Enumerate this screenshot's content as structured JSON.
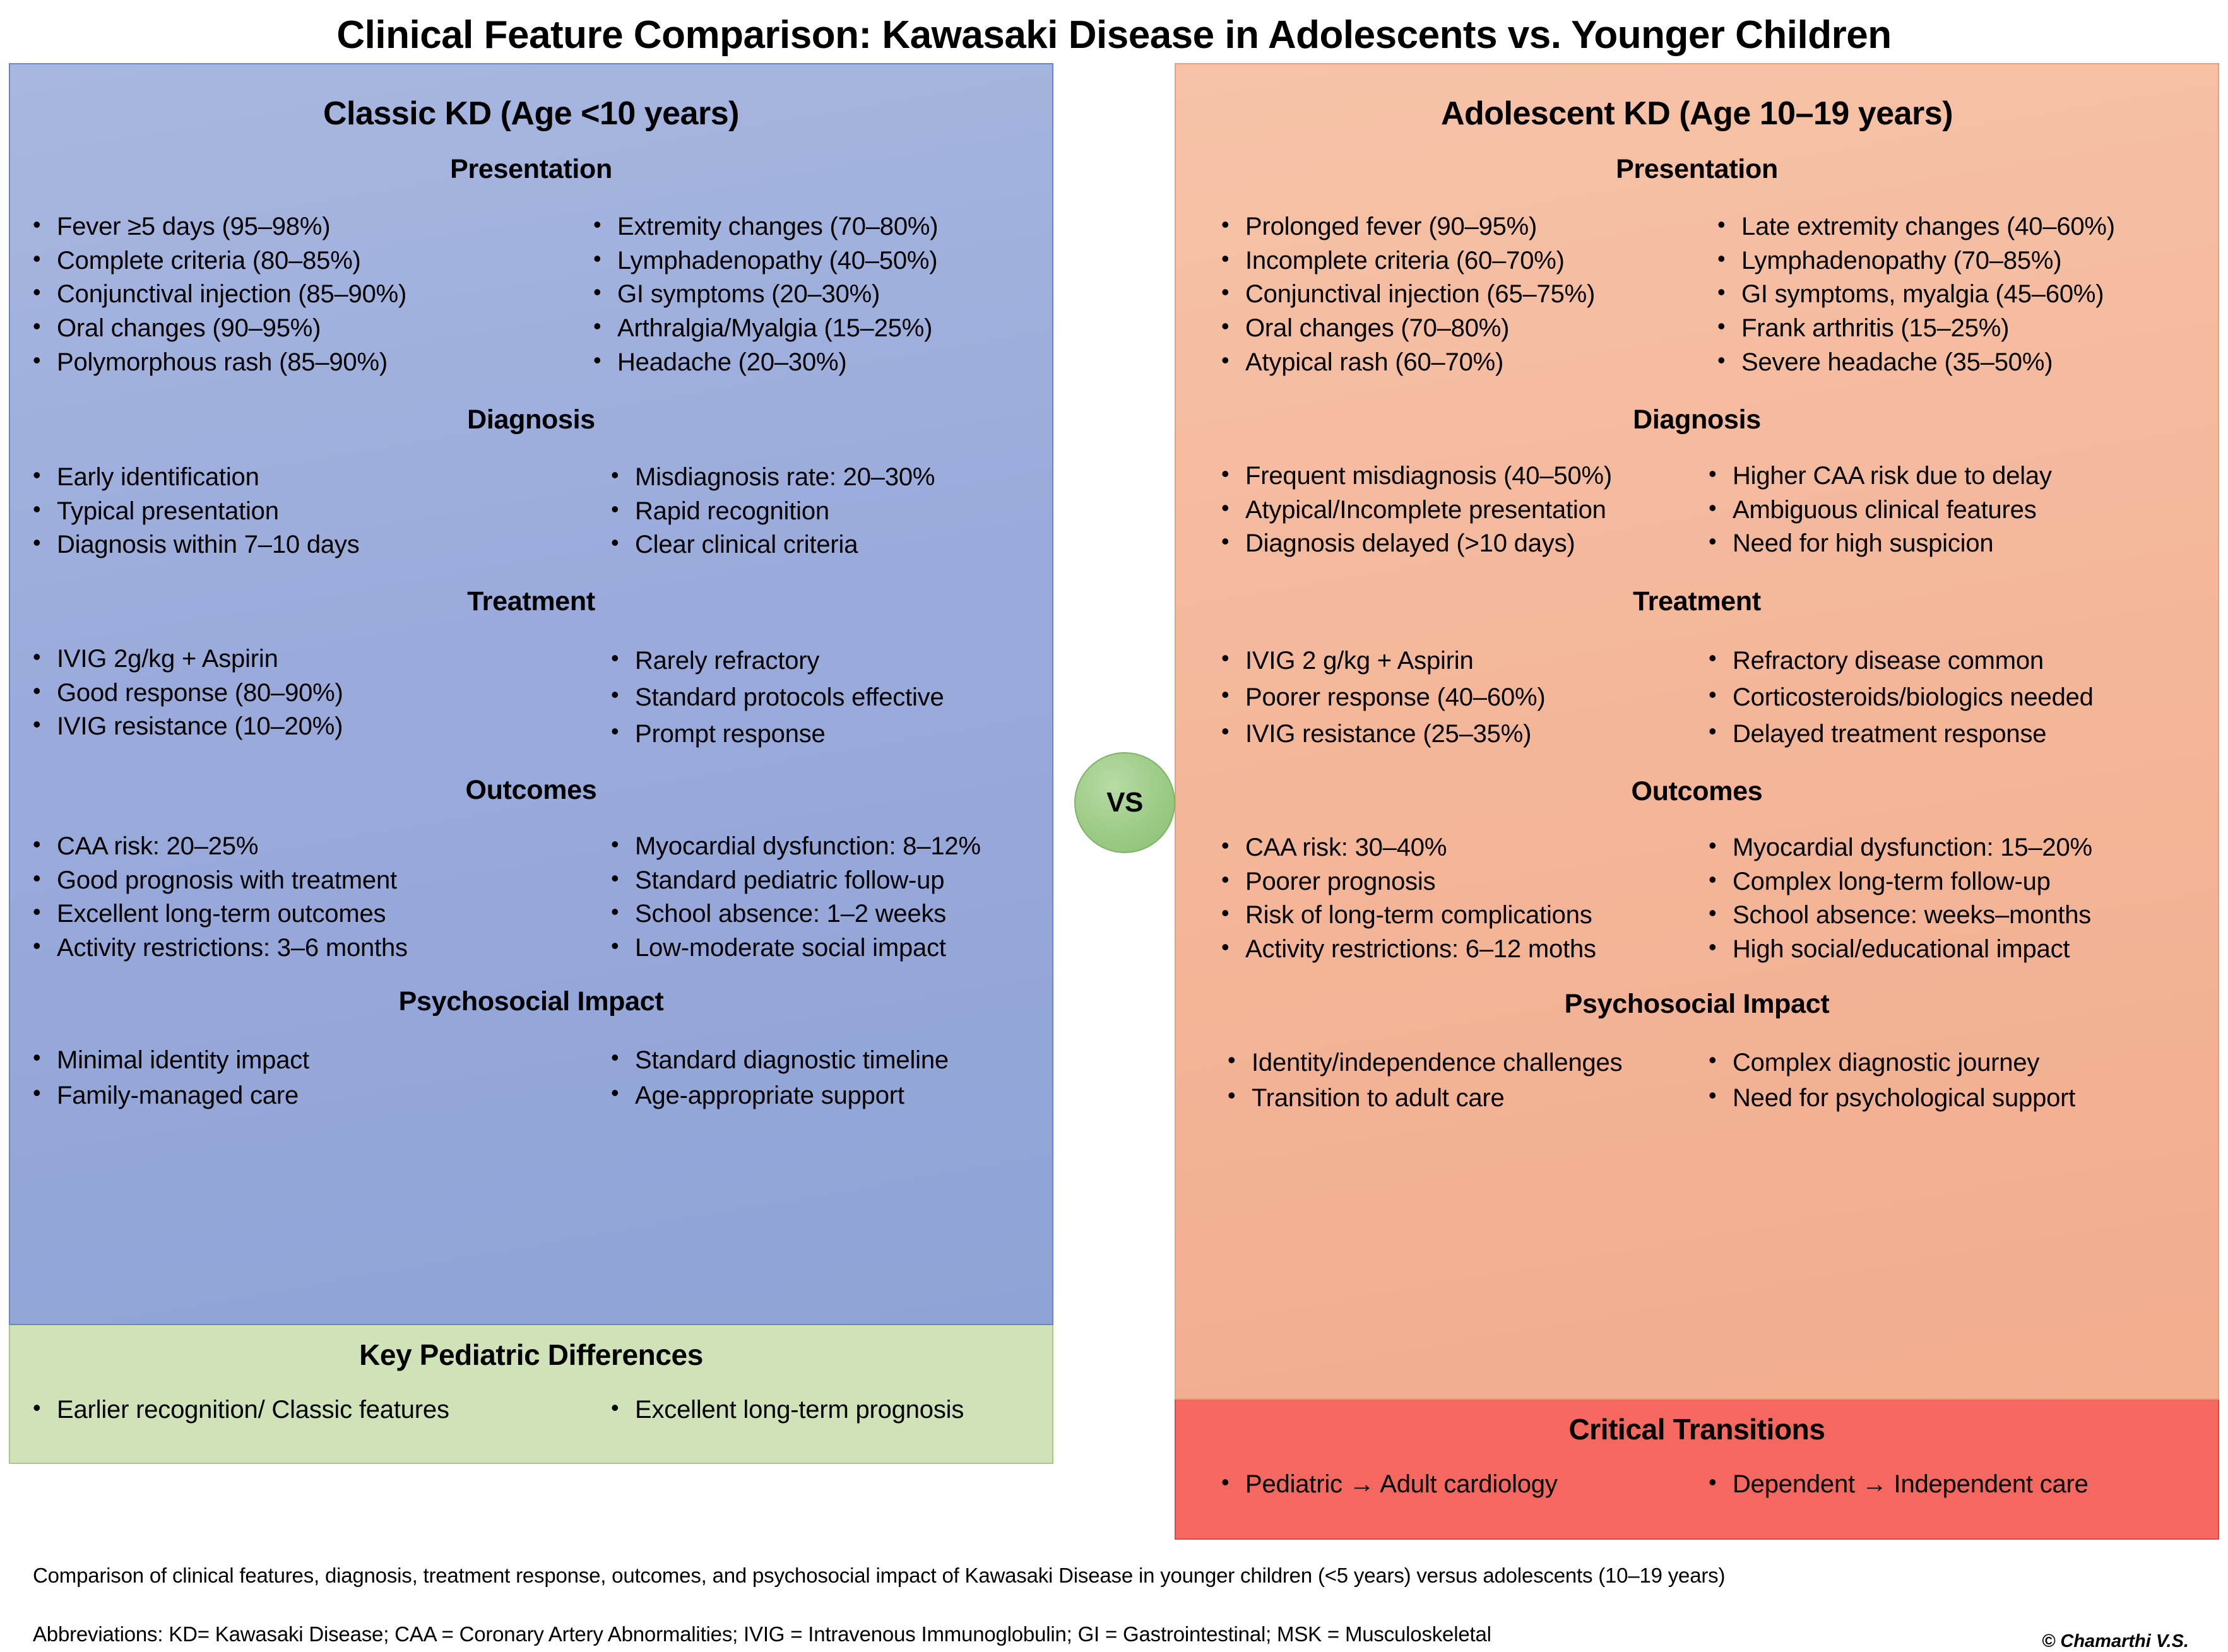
{
  "title": "Clinical Feature Comparison: Kawasaki Disease in Adolescents vs. Younger Children",
  "vs_badge": "VS",
  "colors": {
    "left_panel": "#9aabdb",
    "right_panel": "#f4b79a",
    "left_strip": "#cfe2b8",
    "right_strip": "#f4685f",
    "vs_circle": "#9ccb86"
  },
  "left_panel": {
    "heading": "Classic KD (Age <10 years)",
    "sections": [
      {
        "name": "Presentation",
        "heading": "Presentation",
        "col_a": [
          "Fever ≥5 days (95–98%)",
          "Complete criteria (80–85%)",
          "Conjunctival injection (85–90%)",
          "Oral changes (90–95%)",
          "Polymorphous rash (85–90%)"
        ],
        "col_b": [
          "Extremity changes (70–80%)",
          "Lymphadenopathy (40–50%)",
          "GI symptoms (20–30%)",
          "Arthralgia/Myalgia (15–25%)",
          "Headache (20–30%)"
        ]
      },
      {
        "name": "Diagnosis",
        "heading": "Diagnosis",
        "col_a": [
          "Early identification",
          "Typical presentation",
          "Diagnosis within 7–10 days"
        ],
        "col_b": [
          "Misdiagnosis rate: 20–30%",
          "Rapid recognition",
          "Clear clinical criteria"
        ]
      },
      {
        "name": "Treatment",
        "heading": "Treatment",
        "col_a": [
          "IVIG 2g/kg + Aspirin",
          "Good response (80–90%)",
          "IVIG resistance (10–20%)"
        ],
        "col_b": [
          "Rarely refractory",
          "Standard protocols effective",
          "Prompt response"
        ]
      },
      {
        "name": "Outcomes",
        "heading": "Outcomes",
        "col_a": [
          "CAA risk: 20–25%",
          "Good prognosis with treatment",
          "Excellent long-term outcomes",
          "Activity restrictions: 3–6 months"
        ],
        "col_b": [
          "Myocardial dysfunction: 8–12%",
          "Standard pediatric follow-up",
          "School absence: 1–2 weeks",
          "Low-moderate social impact"
        ]
      },
      {
        "name": "Psychosocial Impact",
        "heading": "Psychosocial Impact",
        "col_a": [
          "Minimal identity impact",
          "Family-managed care"
        ],
        "col_b": [
          "Standard diagnostic timeline",
          "Age-appropriate support"
        ]
      }
    ],
    "strip": {
      "heading": "Key Pediatric Differences",
      "col_a": [
        "Earlier recognition/ Classic features"
      ],
      "col_b": [
        "Excellent long-term prognosis"
      ]
    }
  },
  "right_panel": {
    "heading": "Adolescent KD (Age 10–19 years)",
    "sections": [
      {
        "name": "Presentation",
        "heading": "Presentation",
        "col_a": [
          "Prolonged fever (90–95%)",
          "Incomplete criteria (60–70%)",
          "Conjunctival injection (65–75%)",
          "Oral changes (70–80%)",
          "Atypical rash (60–70%)"
        ],
        "col_b": [
          "Late extremity changes (40–60%)",
          "Lymphadenopathy (70–85%)",
          "GI symptoms, myalgia (45–60%)",
          "Frank arthritis (15–25%)",
          "Severe headache (35–50%)"
        ]
      },
      {
        "name": "Diagnosis",
        "heading": "Diagnosis",
        "col_a": [
          "Frequent misdiagnosis (40–50%)",
          "Atypical/Incomplete presentation",
          "Diagnosis delayed (>10 days)"
        ],
        "col_b": [
          "Higher CAA risk due to delay",
          "Ambiguous clinical features",
          "Need for high suspicion"
        ]
      },
      {
        "name": "Treatment",
        "heading": "Treatment",
        "col_a": [
          "IVIG 2 g/kg + Aspirin",
          "Poorer response (40–60%)",
          "IVIG resistance (25–35%)"
        ],
        "col_b": [
          "Refractory disease common",
          "Corticosteroids/biologics needed",
          "Delayed treatment response"
        ]
      },
      {
        "name": "Outcomes",
        "heading": "Outcomes",
        "col_a": [
          "CAA risk: 30–40%",
          "Poorer prognosis",
          "Risk of long-term complications",
          "Activity restrictions: 6–12 moths"
        ],
        "col_b": [
          "Myocardial dysfunction: 15–20%",
          "Complex long-term follow-up",
          "School absence: weeks–months",
          "High social/educational impact"
        ]
      },
      {
        "name": "Psychosocial Impact",
        "heading": "Psychosocial Impact",
        "col_a": [
          "Identity/independence challenges",
          "Transition to adult care"
        ],
        "col_b": [
          "Complex diagnostic journey",
          "Need for psychological support"
        ]
      }
    ],
    "strip": {
      "heading": "Critical Transitions",
      "col_a": [
        "Pediatric → Adult cardiology"
      ],
      "col_b": [
        "Dependent → Independent care"
      ]
    }
  },
  "footer": {
    "caption": "Comparison of clinical features, diagnosis, treatment response, outcomes, and psychosocial impact of Kawasaki Disease in younger children (<5 years) versus adolescents (10–19 years)",
    "abbreviations": "Abbreviations: KD= Kawasaki Disease; CAA = Coronary Artery Abnormalities; IVIG = Intravenous Immunoglobulin; GI = Gastrointestinal; MSK = Musculoskeletal",
    "copyright": "© Chamarthi V.S."
  }
}
